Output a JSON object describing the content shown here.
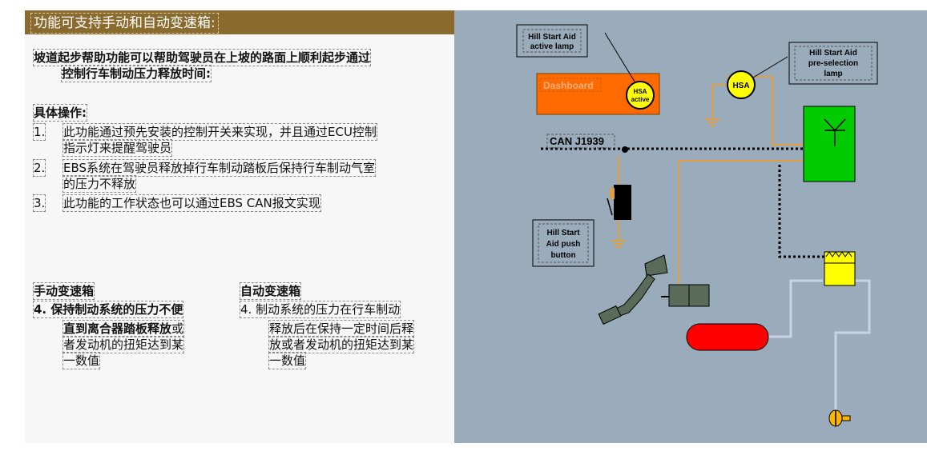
{
  "left": {
    "title": "功能可支持手动和自动变速箱:",
    "intro_line1": "坡道起步帮助功能可以帮助驾驶员在上坡的路面上顺利起步通过",
    "intro_line2": "控制行车制动压力释放时间:",
    "operations_heading": "具体操作:",
    "steps": [
      {
        "num": "1.",
        "line1": "此功能通过预先安装的控制开关来实现，并且通过ECU控制",
        "line2": "指示灯来提醒驾驶员"
      },
      {
        "num": "2.",
        "line1": "EBS系统在驾驶员释放掉行车制动踏板后保持行车制动气室",
        "line2": "的压力不释放"
      },
      {
        "num": "3.",
        "line1": "此功能的工作状态也可以通过EBS CAN报文实现",
        "line2": ""
      }
    ],
    "manual": {
      "heading": "手动变速箱",
      "line1": "4. 保持制动系统的压力不便",
      "line2_bold": "直到离合器踏板释放",
      "line2_rest": "或",
      "line3": "者发动机的扭矩达到某",
      "line4": "一数值"
    },
    "automatic": {
      "heading": "自动变速箱",
      "line1": "4. 制动系统的压力在行车制动",
      "line2": "释放后在保持一定时间后释",
      "line3": "放或者发动机的扭矩达到某",
      "line4": "一数值"
    }
  },
  "diagram": {
    "labels": {
      "active_lamp_line1": "Hill Start Aid",
      "active_lamp_line2": "active lamp",
      "preselect_line1": "Hill Start Aid",
      "preselect_line2": "pre-selection",
      "preselect_line3": "lamp",
      "dashboard": "Dashboard",
      "hsa_active_line1": "HSA",
      "hsa_active_line2": "active",
      "hsa": "HSA",
      "can": "CAN J1939",
      "button_line1": "Hill Start",
      "button_line2": "Aid push",
      "button_line3": "button"
    },
    "colors": {
      "panel": "#9aacbb",
      "dashboard": "#ff6a00",
      "lamp": "#ffff00",
      "ecu": "#00cc00",
      "tank": "#ff0000",
      "wire": "#e0a040",
      "pipe": "#c8d4e6",
      "title_bar": "#8b6a2e"
    }
  }
}
